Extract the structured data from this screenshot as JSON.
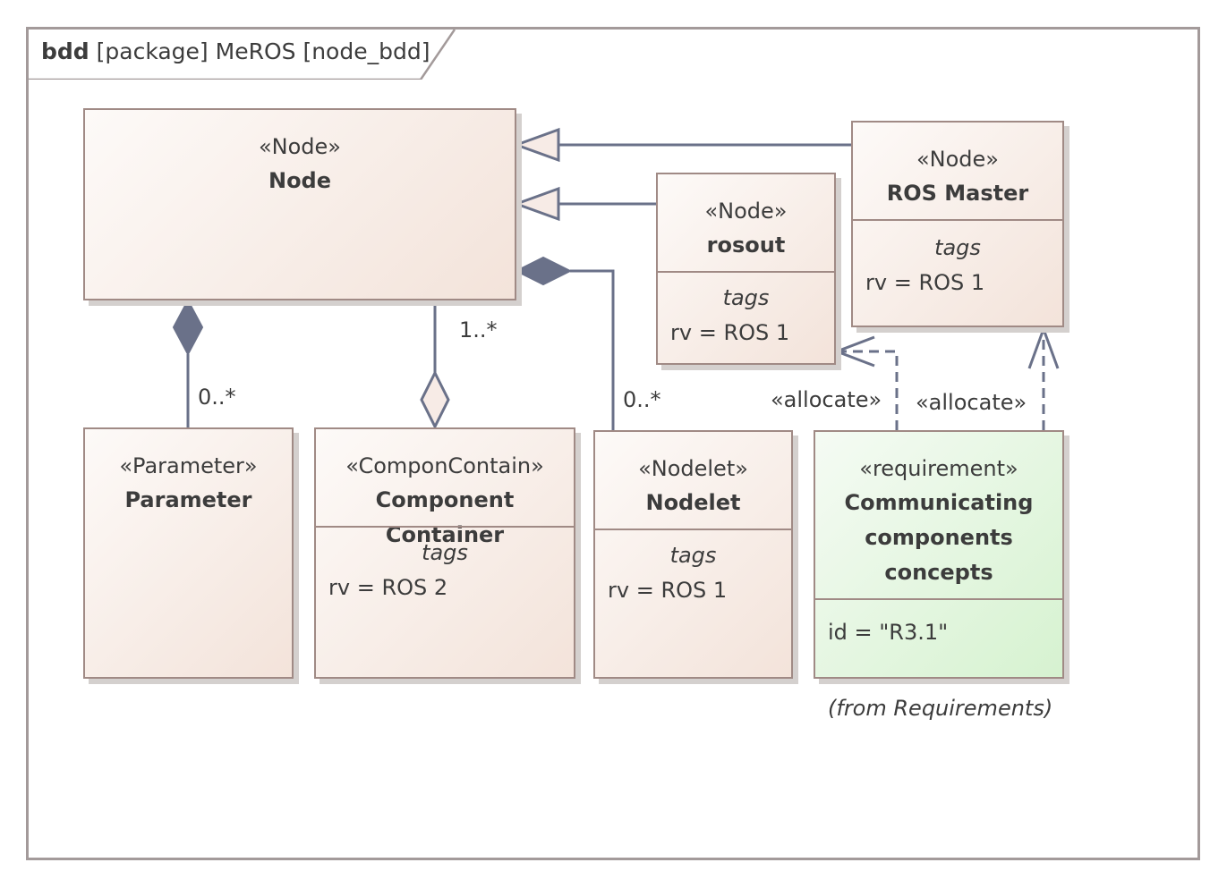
{
  "frame": {
    "kind": "bdd",
    "title": "[package] MeROS [node_bdd]"
  },
  "blocks": {
    "node": {
      "stereotype": "«Node»",
      "name": "Node"
    },
    "ros_master": {
      "stereotype": "«Node»",
      "name": "ROS Master",
      "tags_label": "tags",
      "prop": "rv = ROS 1"
    },
    "rosout": {
      "stereotype": "«Node»",
      "name": "rosout",
      "tags_label": "tags",
      "prop": "rv = ROS 1"
    },
    "parameter": {
      "stereotype": "«Parameter»",
      "name": "Parameter"
    },
    "component_container": {
      "stereotype": "«ComponContain»",
      "name": "Component Container",
      "tags_label": "tags",
      "prop": "rv = ROS 2"
    },
    "nodelet": {
      "stereotype": "«Nodelet»",
      "name": "Nodelet",
      "tags_label": "tags",
      "prop": "rv = ROS 1"
    },
    "requirement": {
      "stereotype": "«requirement»",
      "name_lines": [
        "Communicating",
        "components",
        "concepts"
      ],
      "prop": "id = \"R3.1\"",
      "note": "(from Requirements)"
    }
  },
  "labels": {
    "mult_parameter": "0..*",
    "mult_container": "1..*",
    "mult_nodelet": "0..*",
    "allocate_rosout": "«allocate»",
    "allocate_master": "«allocate»"
  },
  "colors": {
    "line": "#6a7189",
    "block_border": "#a08a85",
    "block_fill": "#f3e3da",
    "req_fill": "#d6f2d0"
  }
}
